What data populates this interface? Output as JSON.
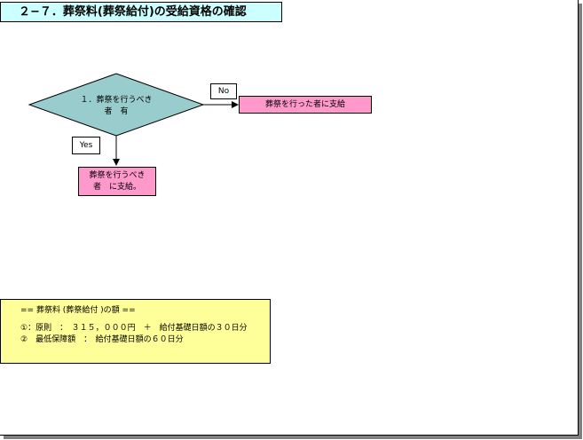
{
  "title": "２−７．葬祭料(葬祭給付)の受給資格の確認",
  "flowchart": {
    "decision": {
      "text": "１．葬祭を行うべき\n者　有"
    },
    "no_label": "No",
    "yes_label": "Yes",
    "no_action": "葬祭を行った者に支給",
    "yes_action": "葬祭を行うべき\n者　に支給。"
  },
  "info": {
    "heading": "== 葬祭料 (葬祭給付 )の額 ==",
    "item1": "①：原則　：　３１５，０００円　＋　給付基礎日額の３０日分",
    "item2": "②　最低保障額　：　給付基礎日額の６０日分"
  },
  "colors": {
    "title_bg": "#ccffff",
    "decision_fill": "#99cccc",
    "action_fill": "#ff99cc",
    "info_bg": "#ffff99"
  }
}
